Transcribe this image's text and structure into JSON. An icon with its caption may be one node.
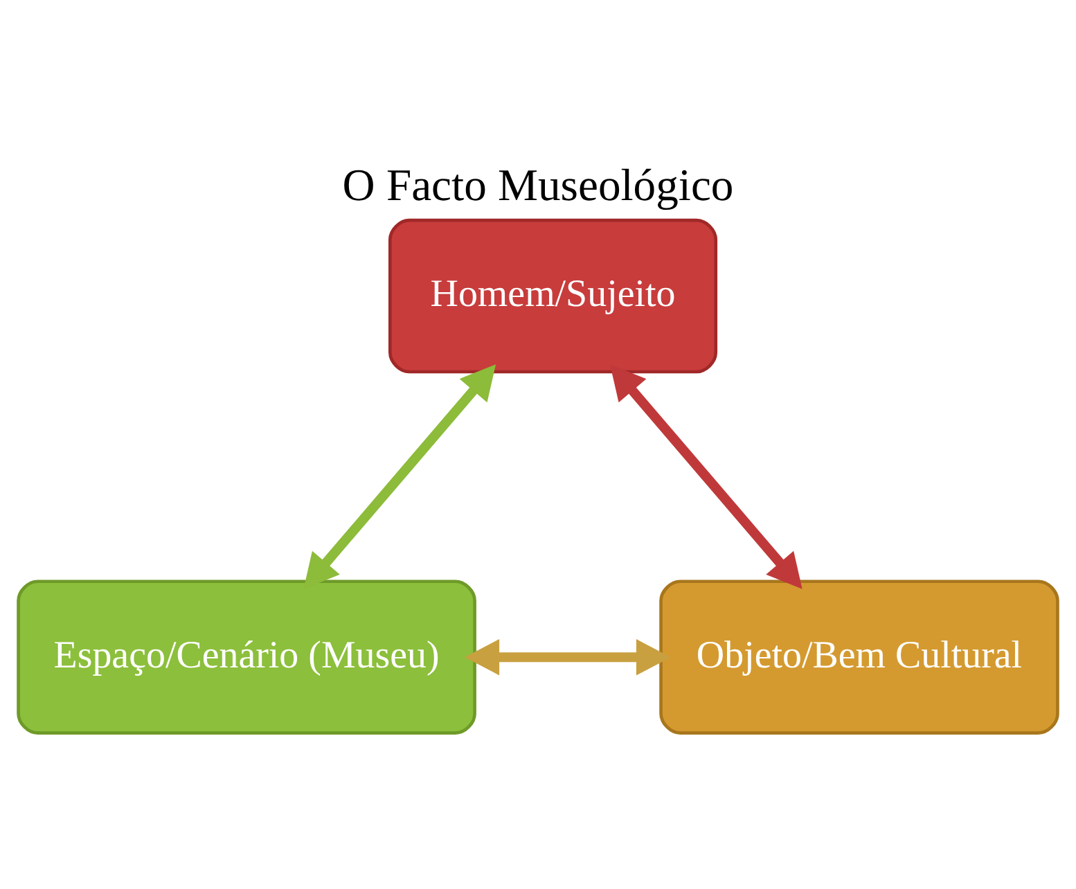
{
  "diagram": {
    "title": "O Facto Museológico",
    "nodes": [
      {
        "text": [
          "Homem/Sujeito"
        ]
      },
      {
        "text": [
          "Espaço/Cenário (Museu)"
        ]
      },
      {
        "text": [
          "Objeto/Bem Cultural"
        ]
      }
    ],
    "edges": [
      {
        "from": 0,
        "to": 1,
        "arrow": "both",
        "color": "#8dbb3a"
      },
      {
        "from": 0,
        "to": 2,
        "arrow": "both",
        "color": "#c0393a"
      },
      {
        "from": 1,
        "to": 2,
        "arrow": "both",
        "color": "#c9a040"
      }
    ]
  }
}
